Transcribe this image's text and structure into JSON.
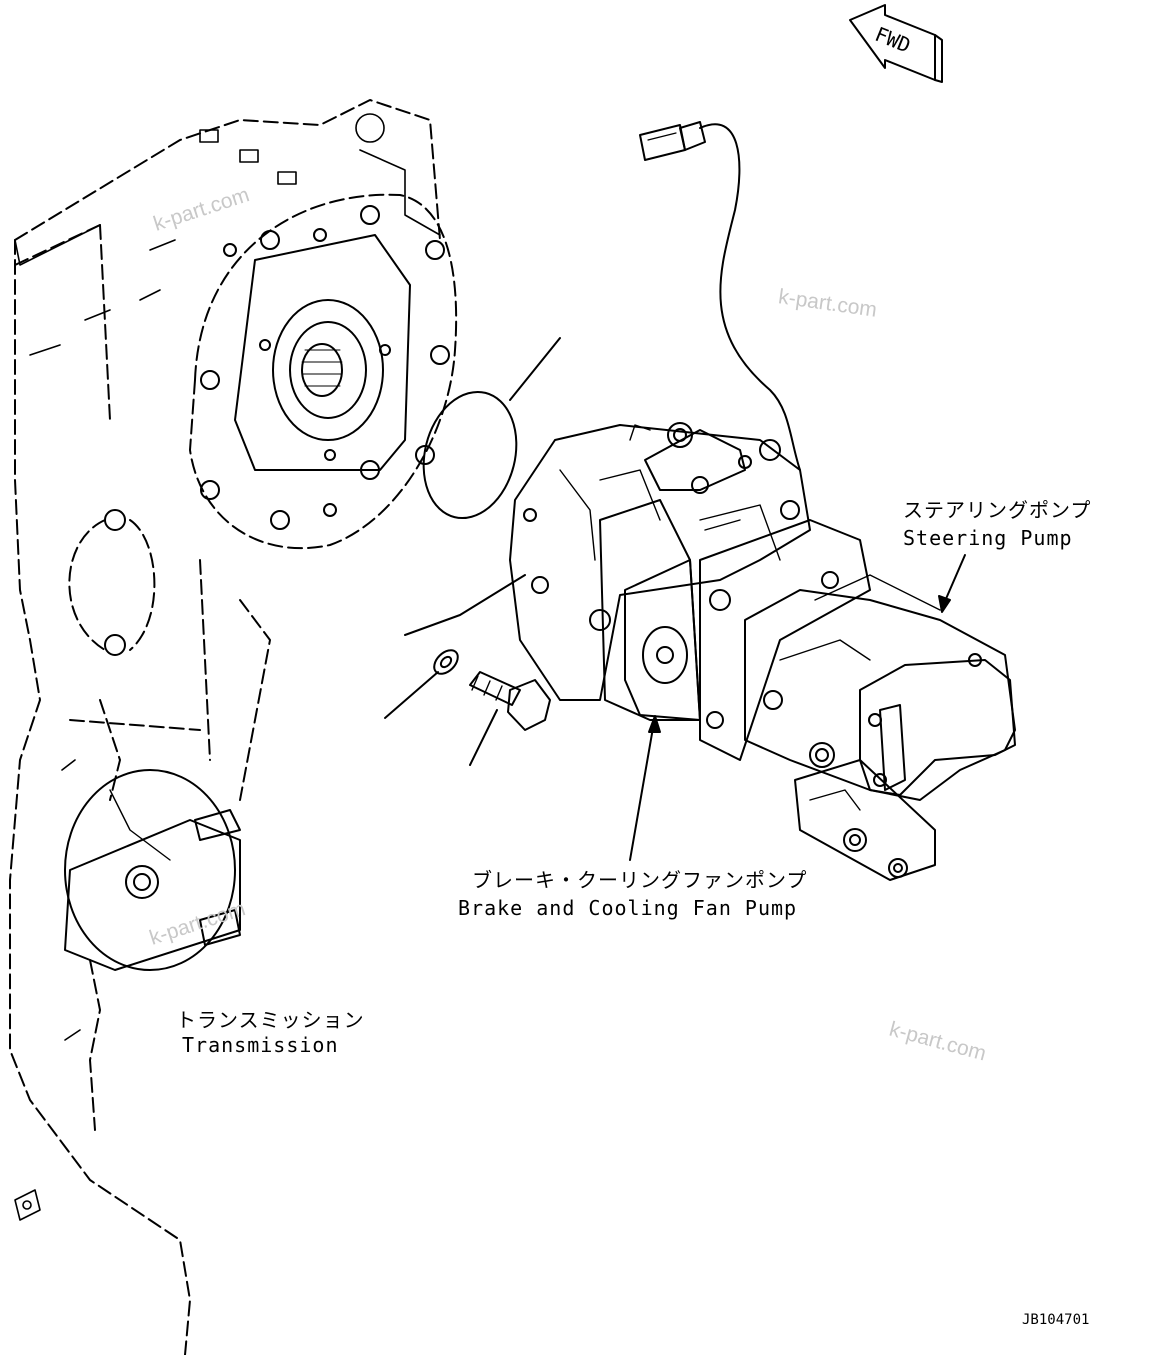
{
  "fwd_label": "FWD",
  "callouts": {
    "steering_pump": {
      "jp": "ステアリングポンプ",
      "en": "Steering Pump"
    },
    "brake_cooling_fan_pump": {
      "jp": "ブレーキ・クーリングファンポンプ",
      "en": "Brake and Cooling Fan Pump"
    },
    "transmission": {
      "jp": "トランスミッション",
      "en": "Transmission"
    }
  },
  "watermarks": [
    "k-part.com",
    "k-part.com",
    "k-part.com",
    "k-part.com"
  ],
  "drawing_code": "JB104701"
}
